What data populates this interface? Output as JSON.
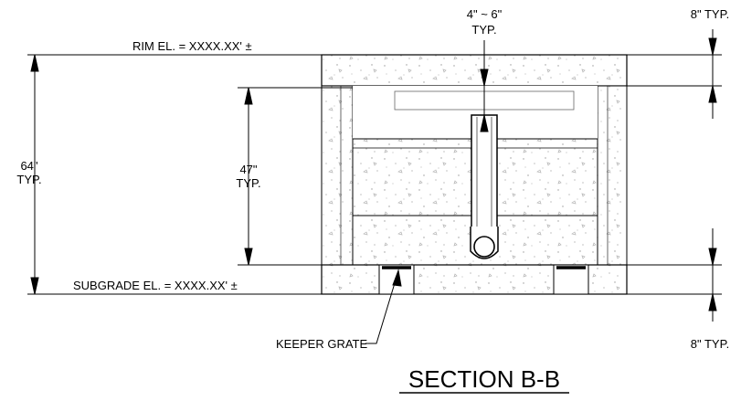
{
  "title": "SECTION B-B",
  "labels": {
    "rim_elevation": "RIM EL. = XXXX.XX' ±",
    "subgrade_elevation": "SUBGRADE EL. = XXXX.XX' ±",
    "depth_range": "4\" ~ 6\"",
    "depth_typ": "TYP.",
    "top_wall": "8\" TYP.",
    "bottom_wall": "8\" TYP.",
    "overall_height": "64\"",
    "overall_typ": "TYP.",
    "inner_height": "47\"",
    "inner_typ": "TYP.",
    "keeper_grate": "KEEPER GRATE"
  }
}
